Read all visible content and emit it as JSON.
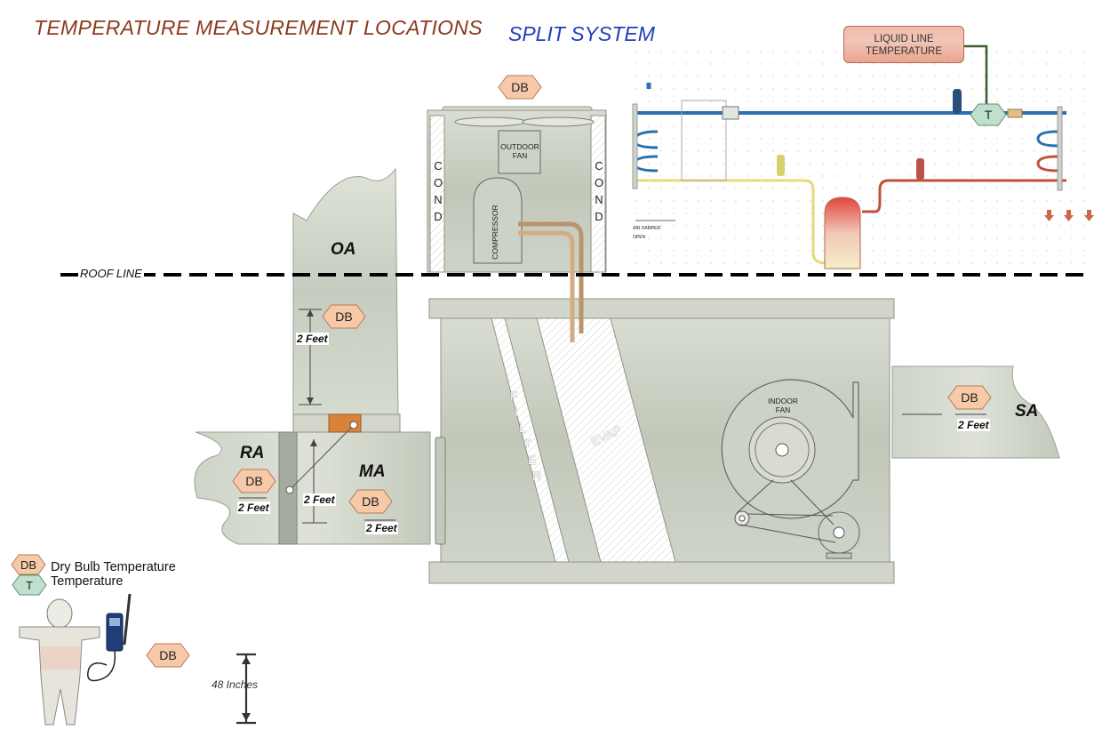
{
  "titles": {
    "main": "TEMPERATURE MEASUREMENT LOCATIONS",
    "system": "SPLIT SYSTEM"
  },
  "callouts": {
    "liquid_line_1": "LIQUID LINE",
    "liquid_line_2": "TEMPERATURE"
  },
  "labels": {
    "roof_line": "ROOF LINE",
    "oa": "OA",
    "ra": "RA",
    "ma": "MA",
    "sa": "SA",
    "outdoor_fan_1": "OUTDOOR",
    "outdoor_fan_2": "FAN",
    "compressor": "COMPRESSOR",
    "indoor_fan_1": "INDOOR",
    "indoor_fan_2": "FAN",
    "evap": "EVAP",
    "filter": [
      "F",
      "I",
      "L",
      "T",
      "E",
      "R"
    ],
    "cond": [
      "C",
      "O",
      "N",
      "D"
    ],
    "air_damper": "AIR DAMPER OPEN"
  },
  "measurements": {
    "oa_distance": "2 Feet",
    "ra_distance": "2 Feet",
    "ma_distance": "2 Feet",
    "ma_distance_2": "2 Feet",
    "sa_distance": "2 Feet",
    "height": "48 Inches"
  },
  "badges": {
    "db": "DB",
    "t": "T"
  },
  "legend": {
    "db_text": "Dry Bulb Temperature",
    "t_text": "Temperature"
  },
  "colors": {
    "title_main": "#8b3a1e",
    "title_system": "#1f3fbf",
    "db_badge": "#f6c9a8",
    "t_badge": "#bfe0cc",
    "duct": "#c9cfc3",
    "liquid_line": "#2a6fb0",
    "suction_line": "#c0503a",
    "yellow_line": "#e8d97a"
  }
}
